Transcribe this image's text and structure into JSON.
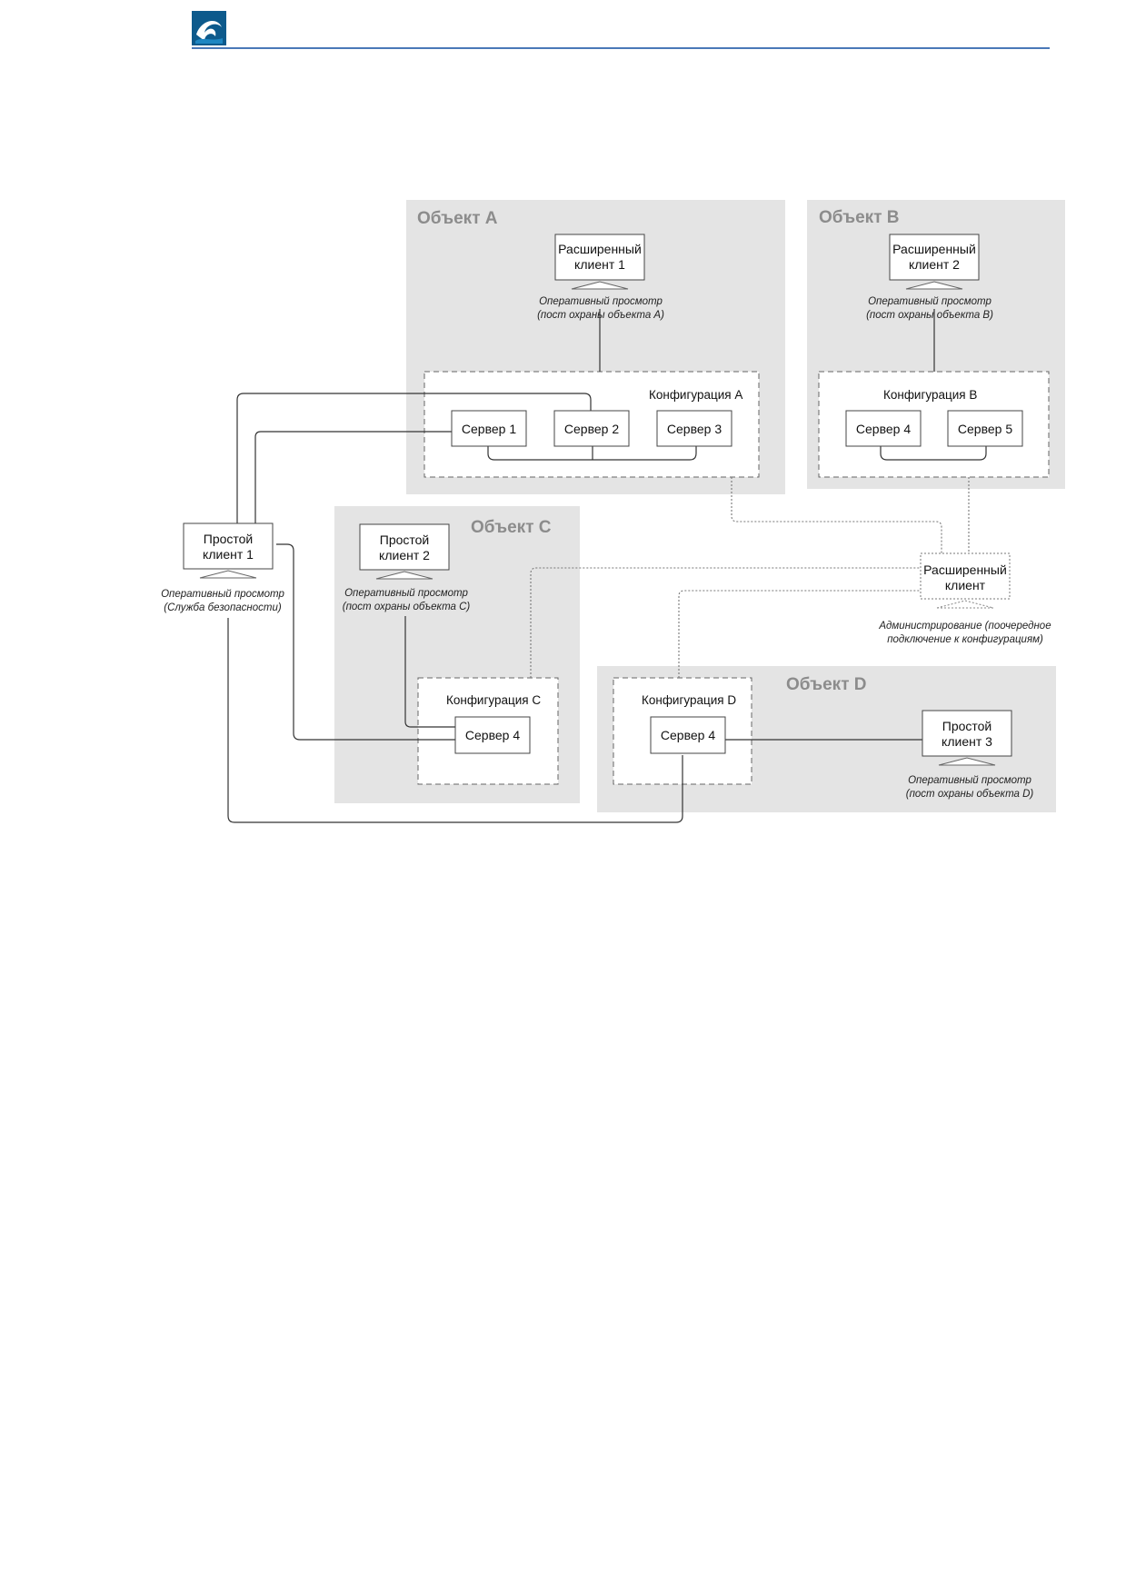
{
  "header": {
    "logo_icon": "waves-logo-icon",
    "rule_color": "#4a78b8"
  },
  "colors": {
    "zone_fill": "#e4e4e4",
    "line": "#333333",
    "dotted_line": "#777777"
  },
  "zones": {
    "a": {
      "title": "Объект A"
    },
    "b": {
      "title": "Объект B"
    },
    "c": {
      "title": "Объект C"
    },
    "d": {
      "title": "Объект D"
    }
  },
  "configs": {
    "a": {
      "label": "Конфигурация A"
    },
    "b": {
      "label": "Конфигурация B"
    },
    "c": {
      "label": "Конфигурация C"
    },
    "d": {
      "label": "Конфигурация D"
    }
  },
  "servers": {
    "a1": "Сервер 1",
    "a2": "Сервер 2",
    "a3": "Сервер 3",
    "b4": "Сервер 4",
    "b5": "Сервер 5",
    "c4": "Сервер 4",
    "d4": "Сервер 4"
  },
  "clients": {
    "ext1": {
      "line1": "Расширенный",
      "line2": "клиент 1",
      "cap1": "Оперативный просмотр",
      "cap2": "(пост охраны объекта A)"
    },
    "ext2": {
      "line1": "Расширенный",
      "line2": "клиент 2",
      "cap1": "Оперативный просмотр",
      "cap2": "(пост охраны объекта B)"
    },
    "ext_admin": {
      "line1": "Расширенный",
      "line2": "клиент",
      "cap1": "Администрирование (поочередное",
      "cap2": "подключение к конфигурациям)"
    },
    "simple1": {
      "line1": "Простой",
      "line2": "клиент 1",
      "cap1": "Оперативный просмотр",
      "cap2": "(Служба безопасности)"
    },
    "simple2": {
      "line1": "Простой",
      "line2": "клиент 2",
      "cap1": "Оперативный просмотр",
      "cap2": "(пост охраны объекта C)"
    },
    "simple3": {
      "line1": "Простой",
      "line2": "клиент 3",
      "cap1": "Оперативный просмотр",
      "cap2": "(пост охраны объекта D)"
    }
  }
}
